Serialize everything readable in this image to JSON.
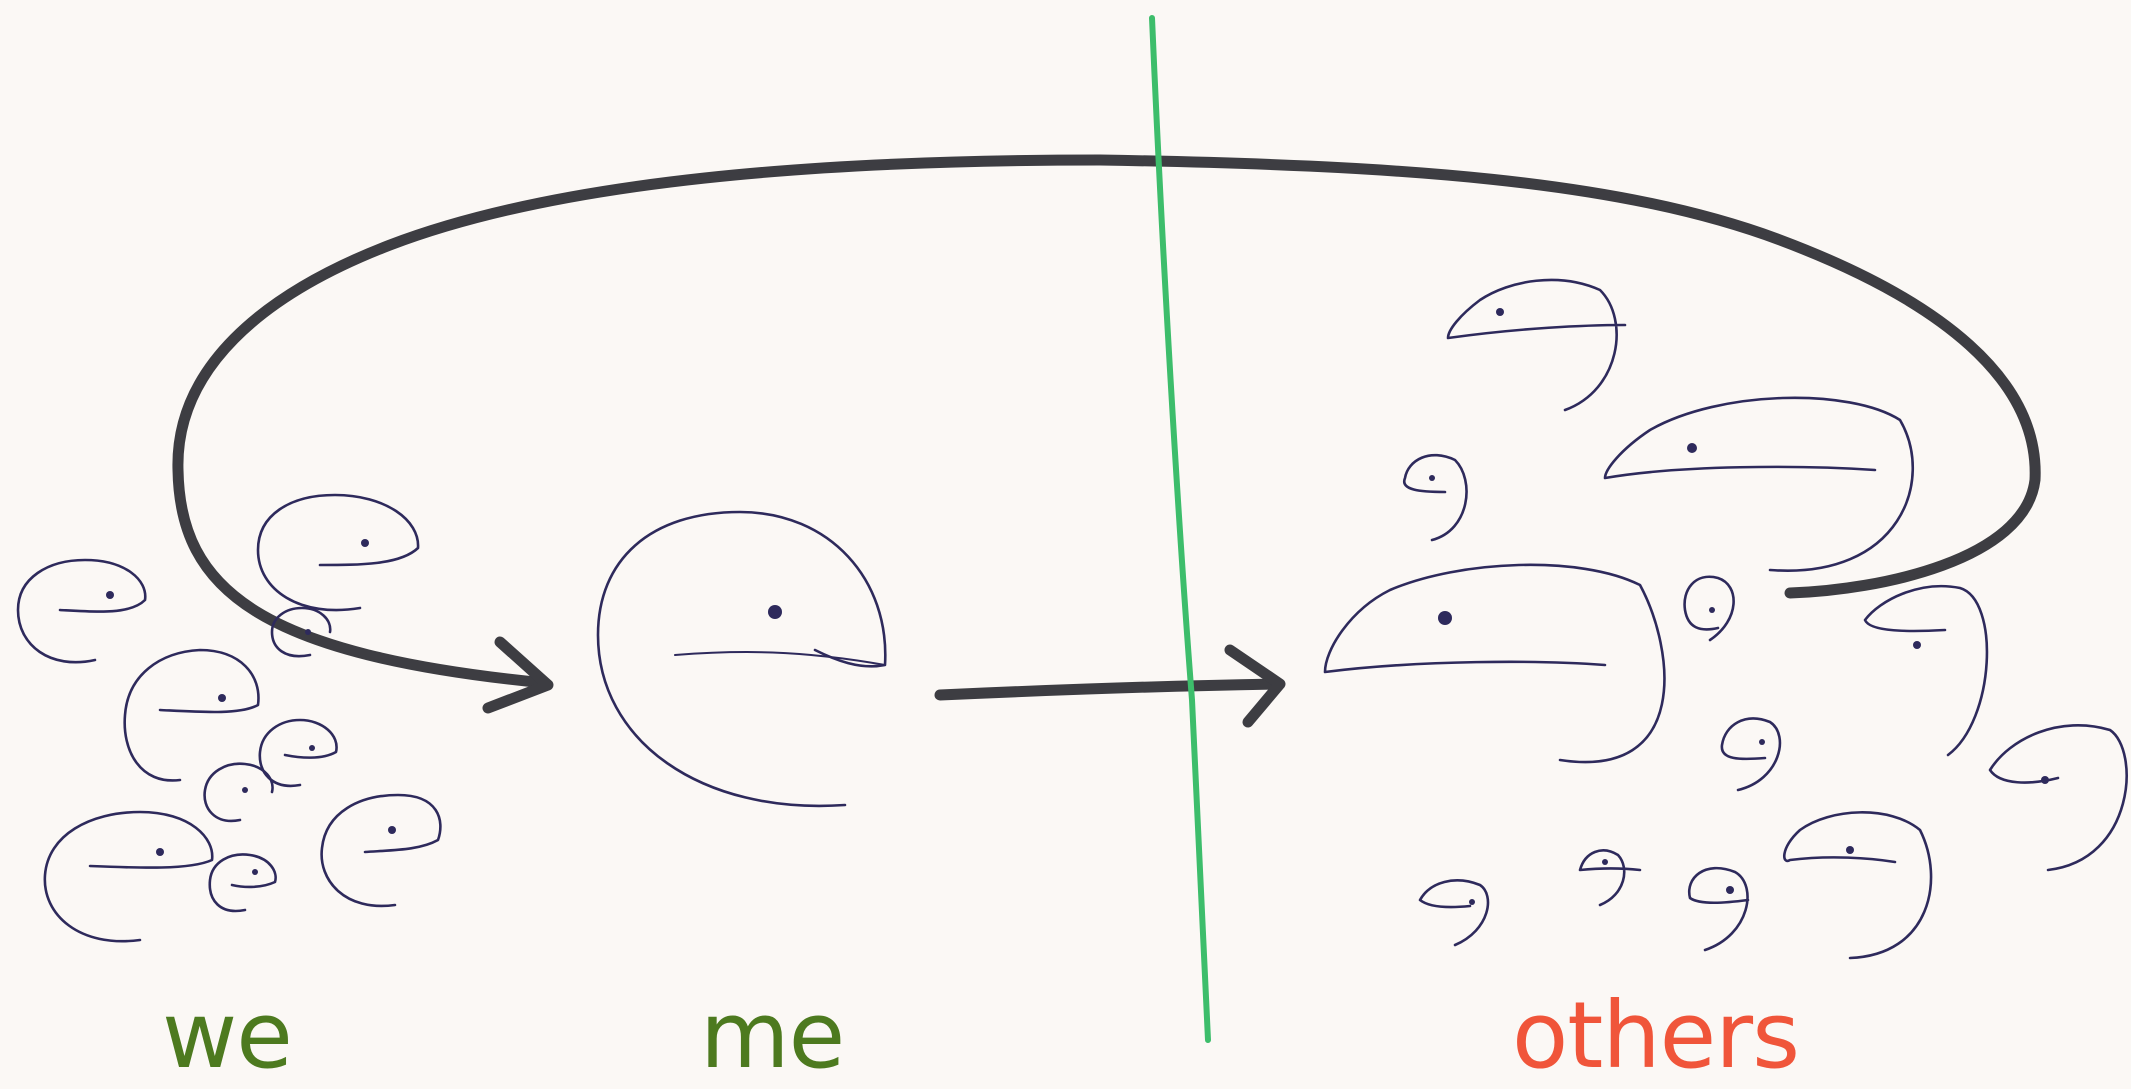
{
  "labels": {
    "we": "we",
    "me": "me",
    "others": "others"
  },
  "colors": {
    "background": "#fbf8f5",
    "group_label": "#4d7a1f",
    "others_label": "#f0553a",
    "divider": "#3dbd6b",
    "arrow": "#3d3d42",
    "sketch_ink": "#2e2a5c"
  }
}
